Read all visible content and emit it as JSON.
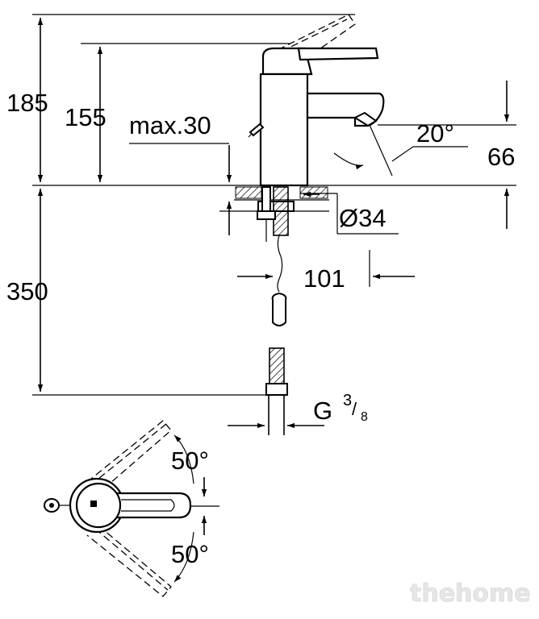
{
  "dimensions": {
    "total_height": "185",
    "spout_height": "155",
    "max_thickness": "max.30",
    "spout_angle": "20°",
    "spout_clearance": "66",
    "hole_diameter": "Ø34",
    "projection": "101",
    "under_counter": "350",
    "connection_main": "G",
    "connection_num": "3",
    "connection_den": "8",
    "rotation_top": "50°",
    "rotation_bottom": "50°"
  },
  "watermark": "thehome"
}
